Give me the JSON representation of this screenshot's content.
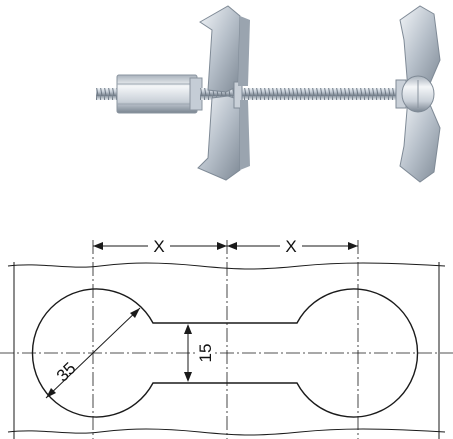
{
  "photo": {
    "icon": "connector-bolt-photo",
    "colors": {
      "metal_light": "#eef2f6",
      "metal_mid": "#b9c2cc",
      "metal_dark": "#7c8794",
      "background": "#ffffff"
    }
  },
  "drawing": {
    "line_color": "#1a1a1a",
    "dimensions": {
      "spacing_left": "X",
      "spacing_right": "X",
      "slot_width": "15",
      "hole_diameter": "35"
    }
  }
}
